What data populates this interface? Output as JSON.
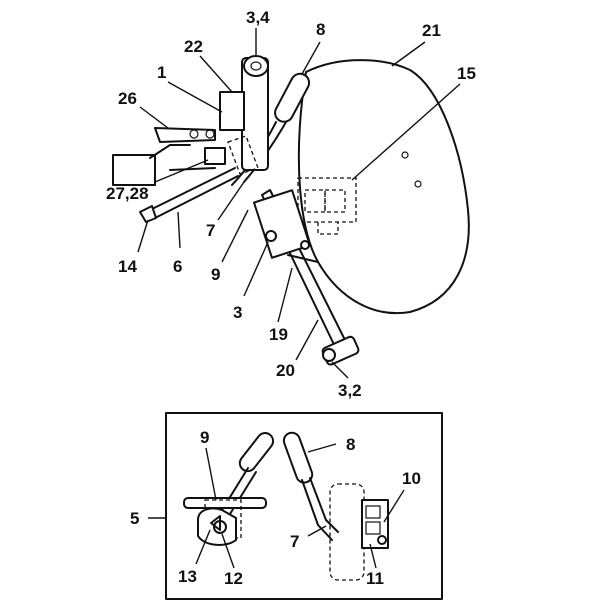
{
  "labels": {
    "l_34": "3,4",
    "l_8_top": "8",
    "l_21": "21",
    "l_22": "22",
    "l_1": "1",
    "l_15": "15",
    "l_26": "26",
    "l_2728": "27,28",
    "l_7_top": "7",
    "l_9_top": "9",
    "l_14": "14",
    "l_6": "6",
    "l_3": "3",
    "l_19": "19",
    "l_20": "20",
    "l_32": "3,2",
    "l_9_inset": "9",
    "l_8_inset": "8",
    "l_5": "5",
    "l_10": "10",
    "l_7_inset": "7",
    "l_13": "13",
    "l_12": "12",
    "l_11": "11"
  },
  "colors": {
    "ink": "#111111",
    "paper": "#ffffff"
  }
}
